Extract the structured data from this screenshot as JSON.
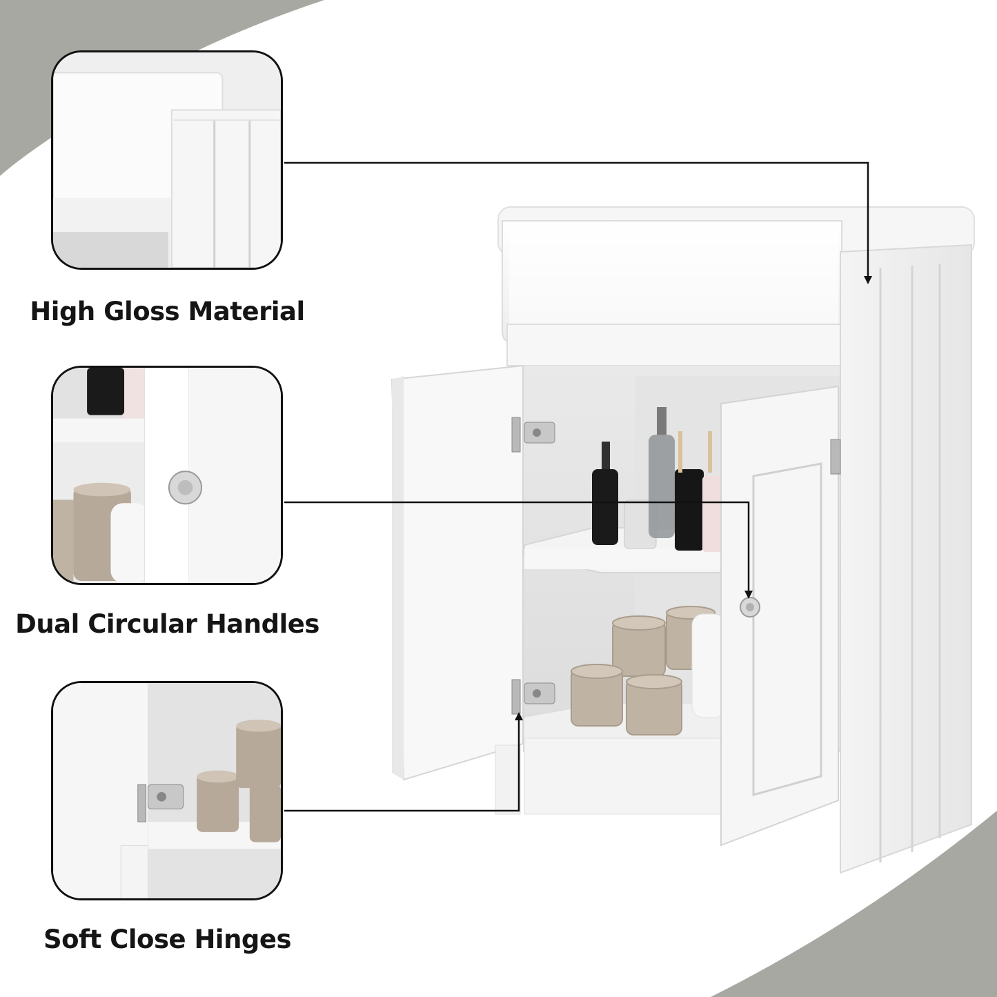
{
  "features": [
    {
      "id": "high-gloss",
      "caption": "High Gloss Material"
    },
    {
      "id": "handles",
      "caption": "Dual Circular Handles"
    },
    {
      "id": "hinges",
      "caption": "Soft Close Hinges"
    }
  ],
  "colors": {
    "accent_gray": "#a8a8a3",
    "cabinet_white": "#f7f7f7",
    "line_black": "#111111",
    "paper_roll": "#bfb3a4"
  }
}
